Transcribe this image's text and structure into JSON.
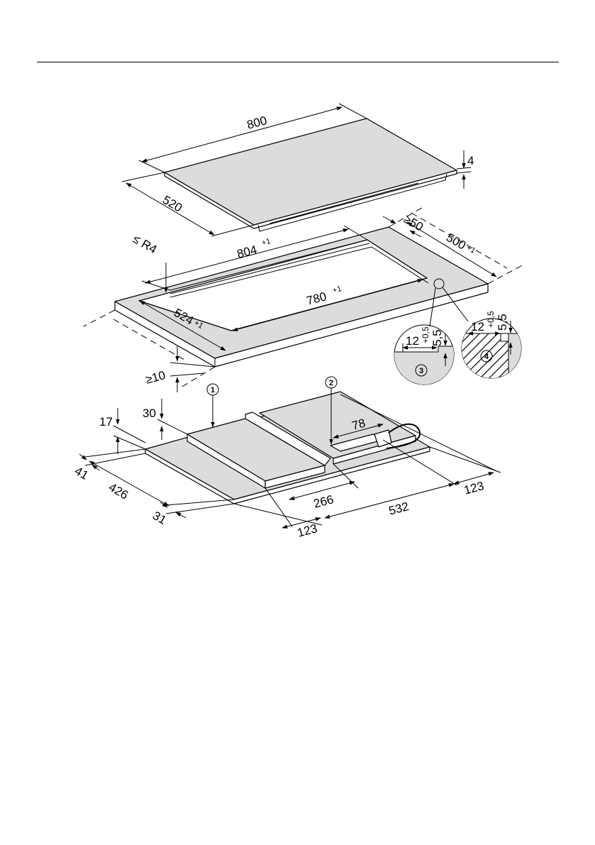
{
  "hob": {
    "width": "800",
    "depth": "520",
    "thickness": "4"
  },
  "cutout": {
    "radius": "≤ R4",
    "outer_width": "804",
    "outer_width_tol": "+1",
    "min_rear": "≥50",
    "outer_depth": "500",
    "outer_depth_tol": "+1",
    "inner_width": "780",
    "inner_width_tol": "+1",
    "inner_depth": "524",
    "inner_depth_tol": "+1",
    "min_front": "≥10"
  },
  "detail_3": {
    "marker": "3",
    "width": "12",
    "width_tol": "+0,5",
    "height": "5,5"
  },
  "detail_4": {
    "marker": "4",
    "width": "12",
    "width_tol": "+0,5",
    "height": "5,5"
  },
  "underside": {
    "marker_1": "1",
    "marker_2": "2",
    "dim_17": "17",
    "dim_30": "30",
    "dim_78": "78",
    "dim_41": "41",
    "dim_426": "426",
    "dim_31": "31",
    "dim_266": "266",
    "dim_532": "532",
    "dim_123_right": "123",
    "dim_123_bottom": "123"
  },
  "colors": {
    "surface": "#dcdcdc",
    "line": "#000000"
  }
}
